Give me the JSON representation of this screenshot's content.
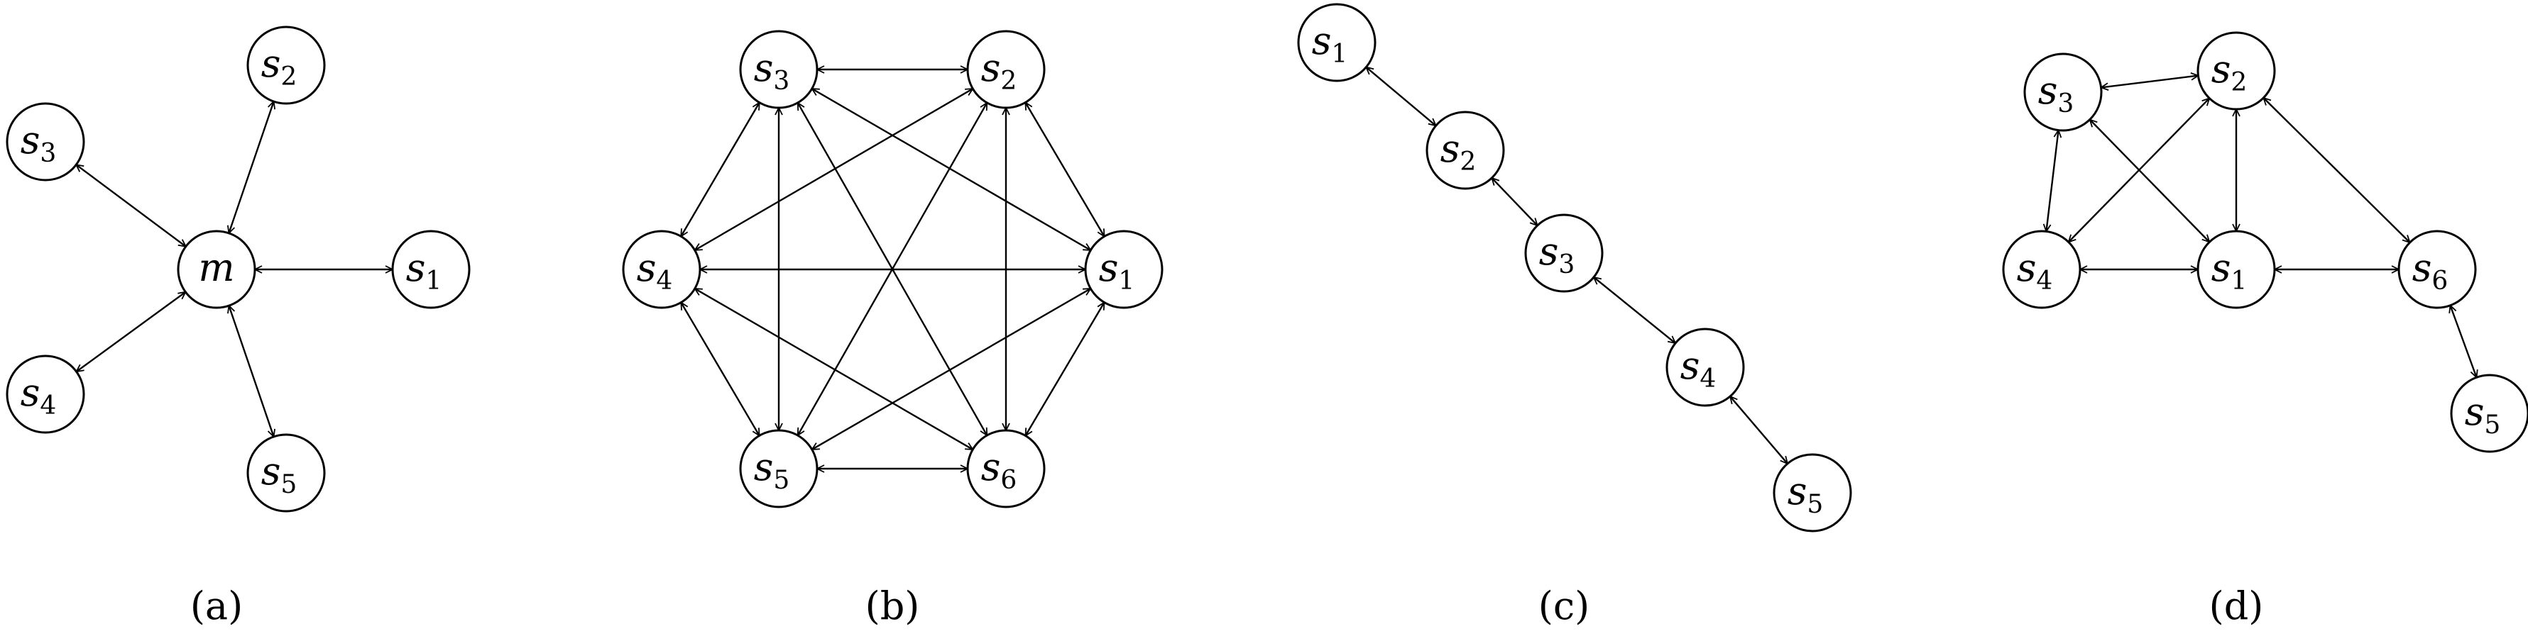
{
  "colors": {
    "stroke": "#000000",
    "fill": "#ffffff"
  },
  "panels": [
    {
      "id": "a",
      "caption": "(a)",
      "nodes": [
        {
          "id": "m",
          "base": "m",
          "sub": ""
        },
        {
          "id": "s1",
          "base": "s",
          "sub": "1"
        },
        {
          "id": "s2",
          "base": "s",
          "sub": "2"
        },
        {
          "id": "s3",
          "base": "s",
          "sub": "3"
        },
        {
          "id": "s4",
          "base": "s",
          "sub": "4"
        },
        {
          "id": "s5",
          "base": "s",
          "sub": "5"
        }
      ],
      "edges": [
        [
          "m",
          "s1"
        ],
        [
          "m",
          "s2"
        ],
        [
          "m",
          "s3"
        ],
        [
          "m",
          "s4"
        ],
        [
          "m",
          "s5"
        ]
      ]
    },
    {
      "id": "b",
      "caption": "(b)",
      "nodes": [
        {
          "id": "s1",
          "base": "s",
          "sub": "1"
        },
        {
          "id": "s2",
          "base": "s",
          "sub": "2"
        },
        {
          "id": "s3",
          "base": "s",
          "sub": "3"
        },
        {
          "id": "s4",
          "base": "s",
          "sub": "4"
        },
        {
          "id": "s5",
          "base": "s",
          "sub": "5"
        },
        {
          "id": "s6",
          "base": "s",
          "sub": "6"
        }
      ],
      "edges": [
        [
          "s3",
          "s2"
        ],
        [
          "s3",
          "s4"
        ],
        [
          "s3",
          "s5"
        ],
        [
          "s3",
          "s1"
        ],
        [
          "s3",
          "s6"
        ],
        [
          "s2",
          "s4"
        ],
        [
          "s2",
          "s5"
        ],
        [
          "s2",
          "s6"
        ],
        [
          "s2",
          "s1"
        ],
        [
          "s4",
          "s1"
        ],
        [
          "s4",
          "s5"
        ],
        [
          "s4",
          "s6"
        ],
        [
          "s1",
          "s5"
        ],
        [
          "s1",
          "s6"
        ],
        [
          "s5",
          "s6"
        ]
      ]
    },
    {
      "id": "c",
      "caption": "(c)",
      "nodes": [
        {
          "id": "s1",
          "base": "s",
          "sub": "1"
        },
        {
          "id": "s2",
          "base": "s",
          "sub": "2"
        },
        {
          "id": "s3",
          "base": "s",
          "sub": "3"
        },
        {
          "id": "s4",
          "base": "s",
          "sub": "4"
        },
        {
          "id": "s5",
          "base": "s",
          "sub": "5"
        }
      ],
      "edges": [
        [
          "s1",
          "s2"
        ],
        [
          "s2",
          "s3"
        ],
        [
          "s3",
          "s4"
        ],
        [
          "s4",
          "s5"
        ]
      ]
    },
    {
      "id": "d",
      "caption": "(d)",
      "nodes": [
        {
          "id": "s1",
          "base": "s",
          "sub": "1"
        },
        {
          "id": "s2",
          "base": "s",
          "sub": "2"
        },
        {
          "id": "s3",
          "base": "s",
          "sub": "3"
        },
        {
          "id": "s4",
          "base": "s",
          "sub": "4"
        },
        {
          "id": "s5",
          "base": "s",
          "sub": "5"
        },
        {
          "id": "s6",
          "base": "s",
          "sub": "6"
        }
      ],
      "edges": [
        [
          "s3",
          "s2"
        ],
        [
          "s3",
          "s4"
        ],
        [
          "s3",
          "s1"
        ],
        [
          "s2",
          "s4"
        ],
        [
          "s2",
          "s1"
        ],
        [
          "s2",
          "s6"
        ],
        [
          "s4",
          "s1"
        ],
        [
          "s1",
          "s6"
        ],
        [
          "s6",
          "s5"
        ]
      ]
    }
  ]
}
